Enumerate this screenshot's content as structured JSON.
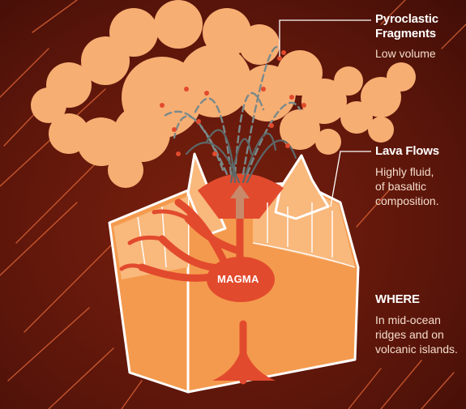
{
  "magma_label": "MAGMA",
  "pyroclastic": {
    "title_line1": "Pyroclastic",
    "title_line2": "Fragments",
    "desc": "Low volume"
  },
  "lava": {
    "title": "Lava Flows",
    "desc_line1": "Highly fluid,",
    "desc_line2": "of basaltic",
    "desc_line3": "composition."
  },
  "where": {
    "title": "WHERE",
    "desc_line1": "In mid-ocean",
    "desc_line2": "ridges and on",
    "desc_line3": "volcanic islands."
  },
  "colors": {
    "background": "#5a150a",
    "cloud": "#f7ae73",
    "cone_light": "#f9b87c",
    "cone_dark": "#f49a4e",
    "magma": "#e24a2d",
    "ember": "#e86a3a"
  }
}
